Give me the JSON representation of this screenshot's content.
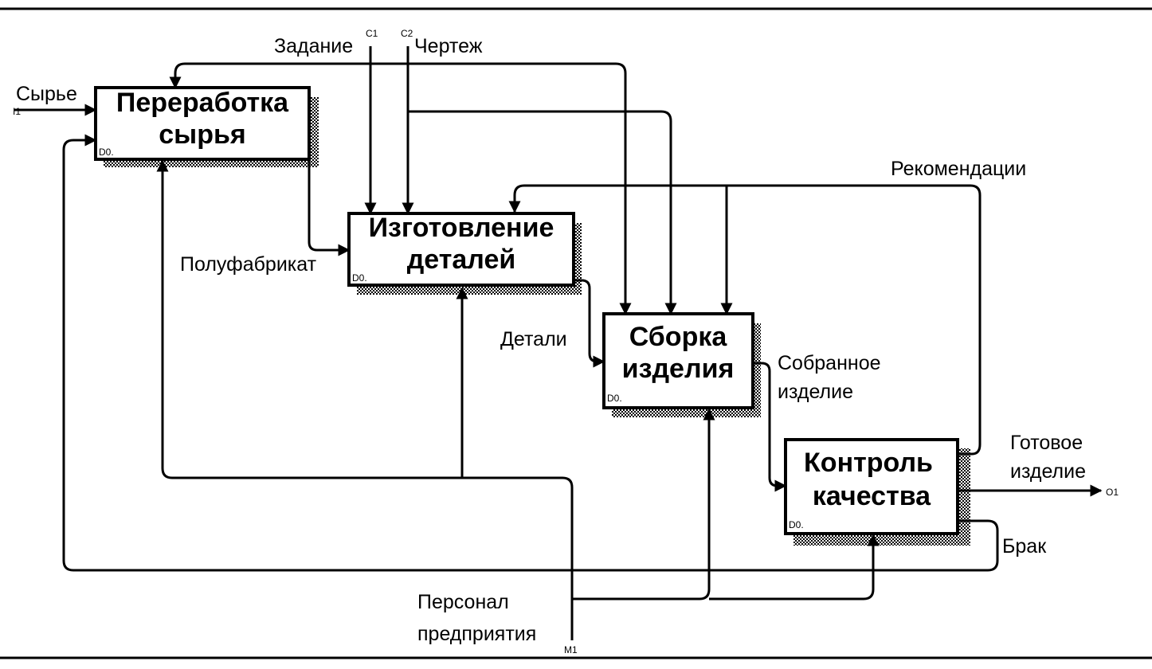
{
  "diagram": {
    "boxes": [
      {
        "id": "A1",
        "line1": "Переработка",
        "line2": "сырья",
        "tag": "D0."
      },
      {
        "id": "A2",
        "line1": "Изготовление",
        "line2": "деталей",
        "tag": "D0."
      },
      {
        "id": "A3",
        "line1": "Сборка",
        "line2": "изделия",
        "tag": "D0."
      },
      {
        "id": "A4",
        "line1": "Контроль",
        "line2": "качества",
        "tag": "D0."
      }
    ],
    "labels": {
      "raw": "Сырье",
      "raw_tag": "I1",
      "task": "Задание",
      "task_tag": "C1",
      "drawing": "Чертеж",
      "drawing_tag": "C2",
      "semi": "Полуфабрикат",
      "parts": "Детали",
      "assembled_1": "Собранное",
      "assembled_2": "изделие",
      "recommend": "Рекомендации",
      "finished_1": "Готовое",
      "finished_2": "изделие",
      "finished_tag": "O1",
      "reject": "Брак",
      "staff_1": "Персонал",
      "staff_2": "предприятия",
      "staff_tag": "M1"
    }
  }
}
